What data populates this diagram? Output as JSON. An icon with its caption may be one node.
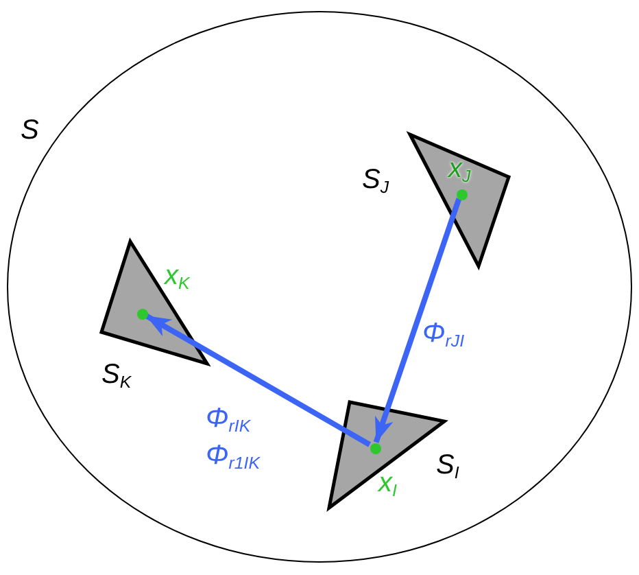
{
  "diagram": {
    "nodes": [
      {
        "text": [
          "S"
        ]
      },
      {
        "text": [
          "S$_{J}$",
          "x$_{J}$"
        ],
        "in": 0
      },
      {
        "text": [],
        "shape": "circle",
        "in": 1
      },
      {
        "text": [
          "x$_{K}$",
          "S$_{K}$"
        ],
        "in": 0
      },
      {
        "text": [],
        "shape": "circle",
        "in": 3
      },
      {
        "text": [
          "S$_{I}$",
          "x$_{I}$"
        ],
        "in": 0
      },
      {
        "text": [],
        "shape": "circle",
        "in": 5
      }
    ],
    "edges": [
      {
        "from": 2,
        "to": 6,
        "arrow": "to",
        "label": "Φ$_{rJI}$"
      },
      {
        "from": 6,
        "to": 4,
        "arrow": "to",
        "label": "Φ$_{rIK}$ Φ$_{r1IK}$"
      }
    ]
  }
}
